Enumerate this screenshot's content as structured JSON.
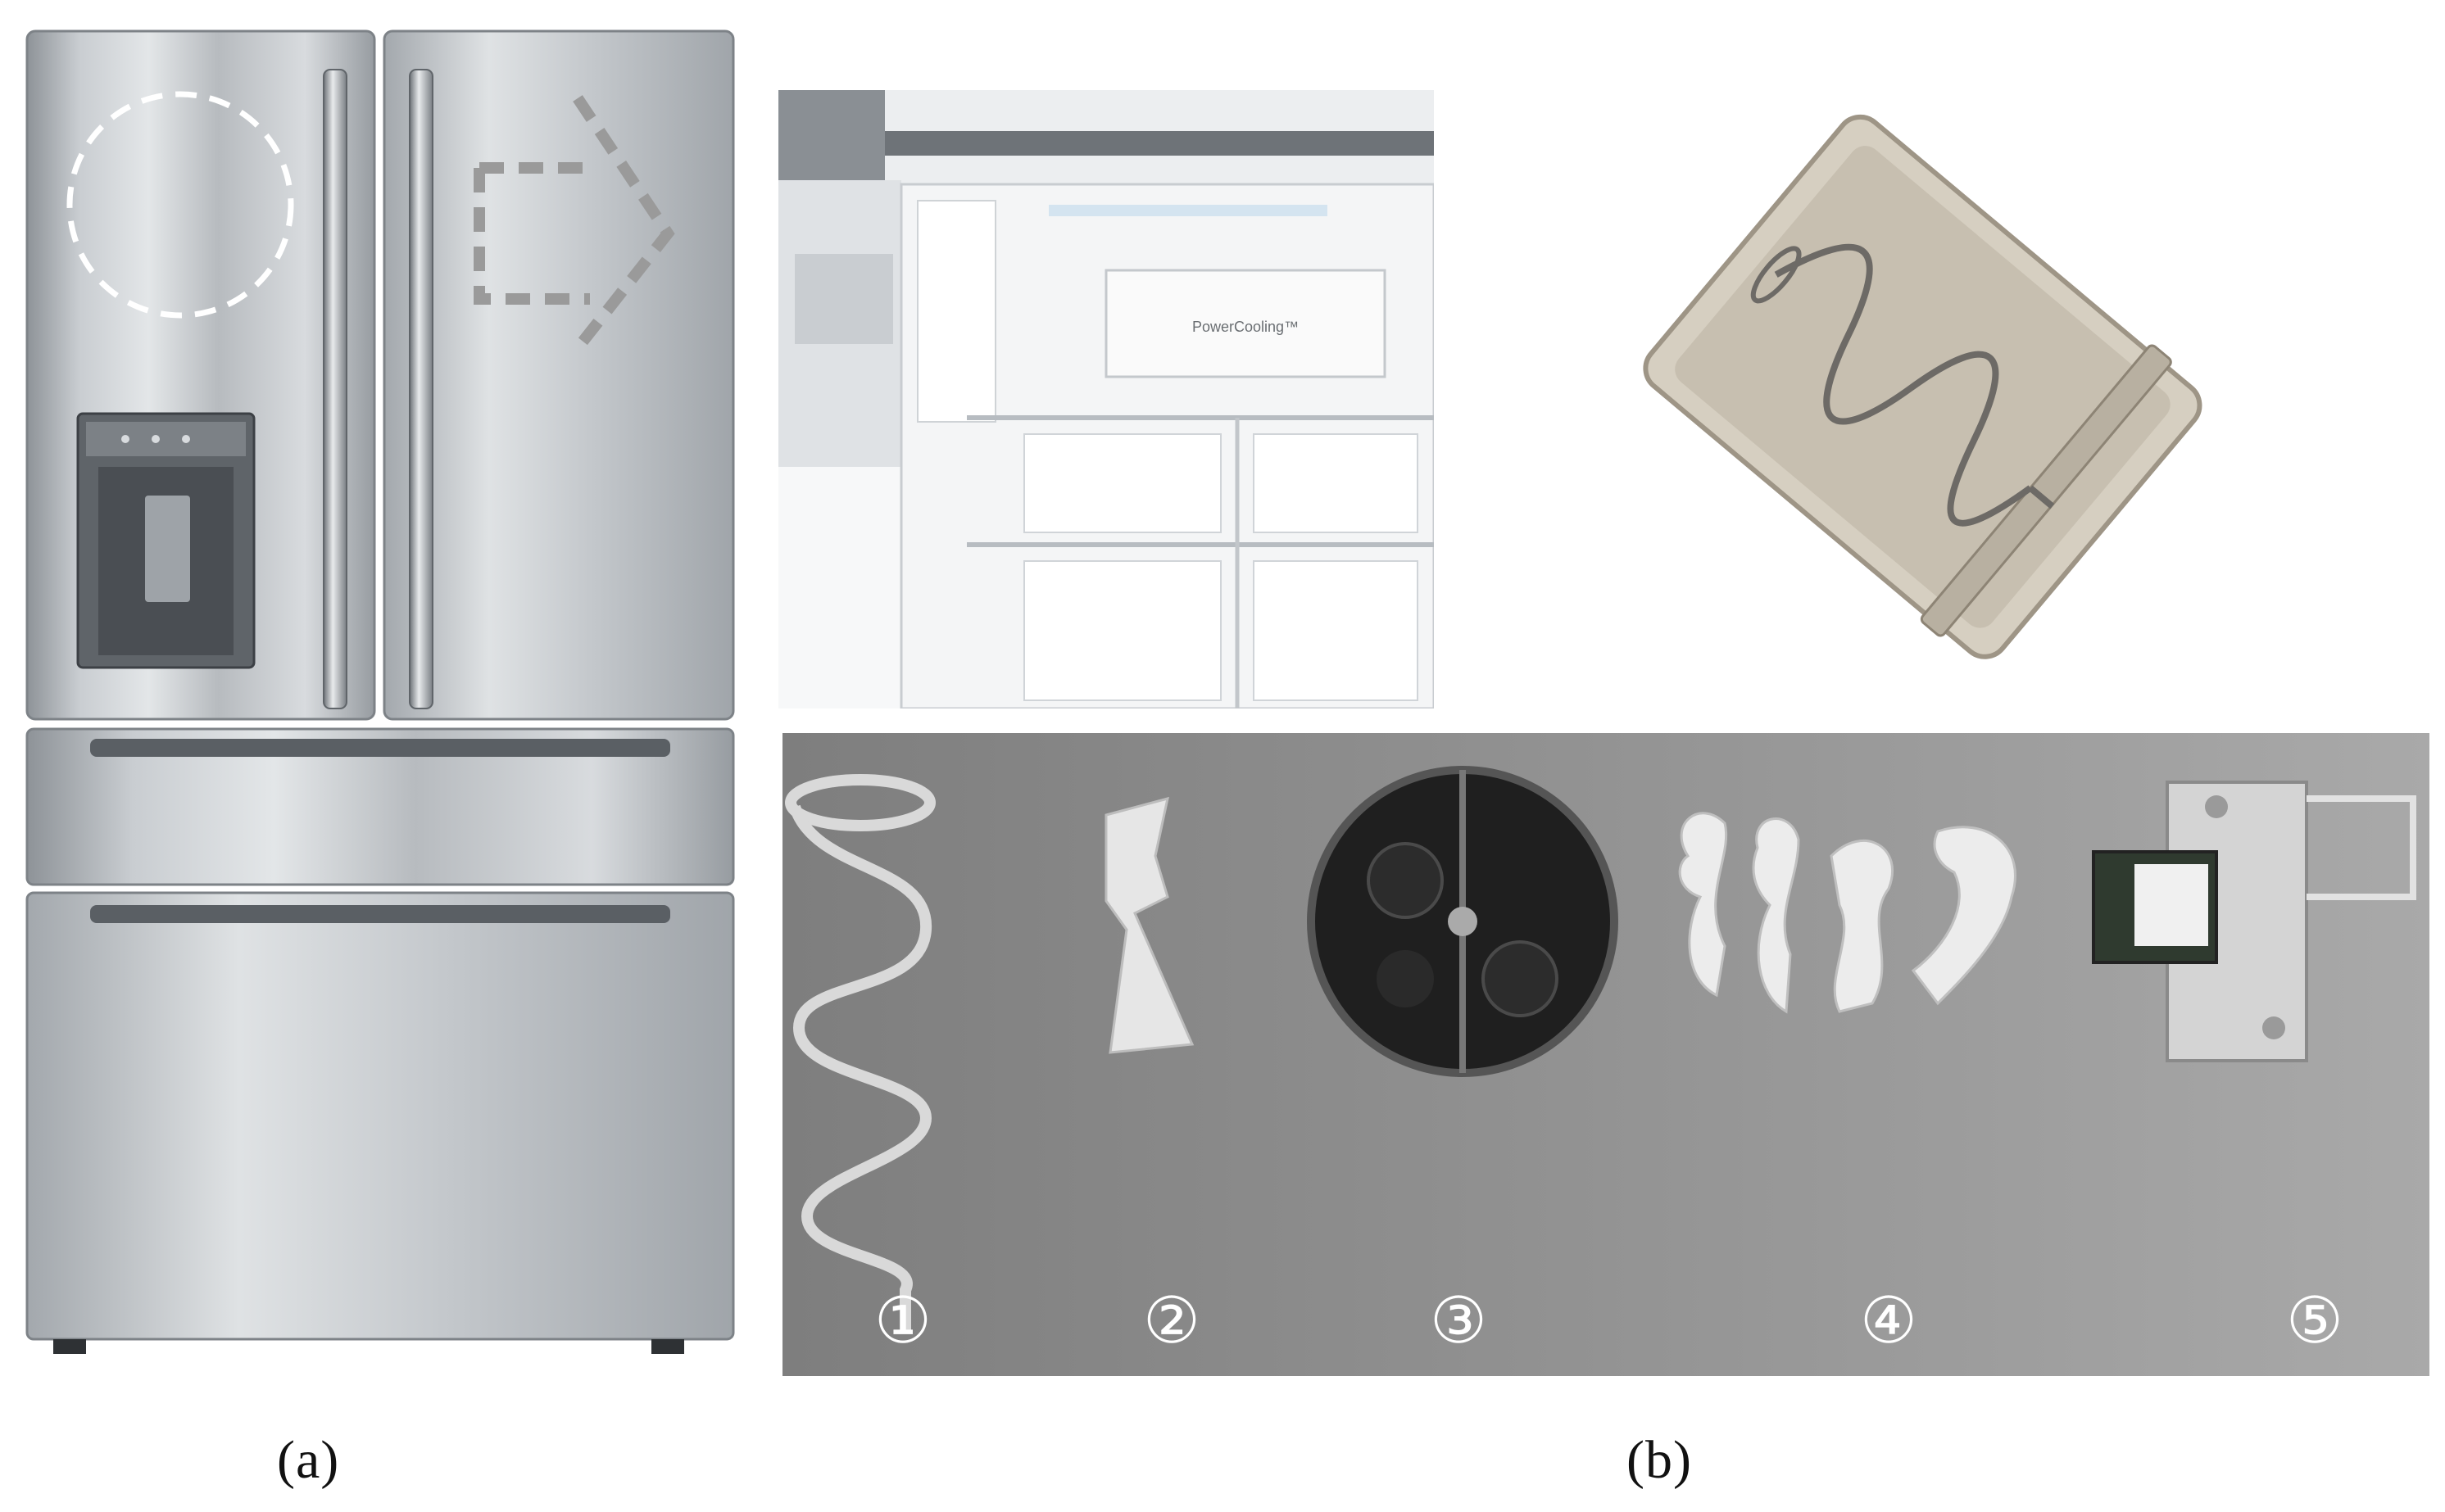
{
  "captions": {
    "a": "(a)",
    "b": "(b)"
  },
  "fridge_panel": {
    "display_label": "PowerCooling™"
  },
  "components": [
    {
      "number": "①",
      "icon": "spring-coil-icon"
    },
    {
      "number": "②",
      "icon": "paddle-blade-icon"
    },
    {
      "number": "③",
      "icon": "impeller-wheel-icon"
    },
    {
      "number": "④",
      "icon": "cutter-blade-icon"
    },
    {
      "number": "⑤",
      "icon": "motor-gearbox-icon"
    }
  ],
  "colors": {
    "steel_light": "#d6d9dc",
    "steel_dark": "#8c9196",
    "panel_gray": "#8a8a8a",
    "bin_beige": "#cdc6b8",
    "interior_white": "#f2f4f5"
  }
}
